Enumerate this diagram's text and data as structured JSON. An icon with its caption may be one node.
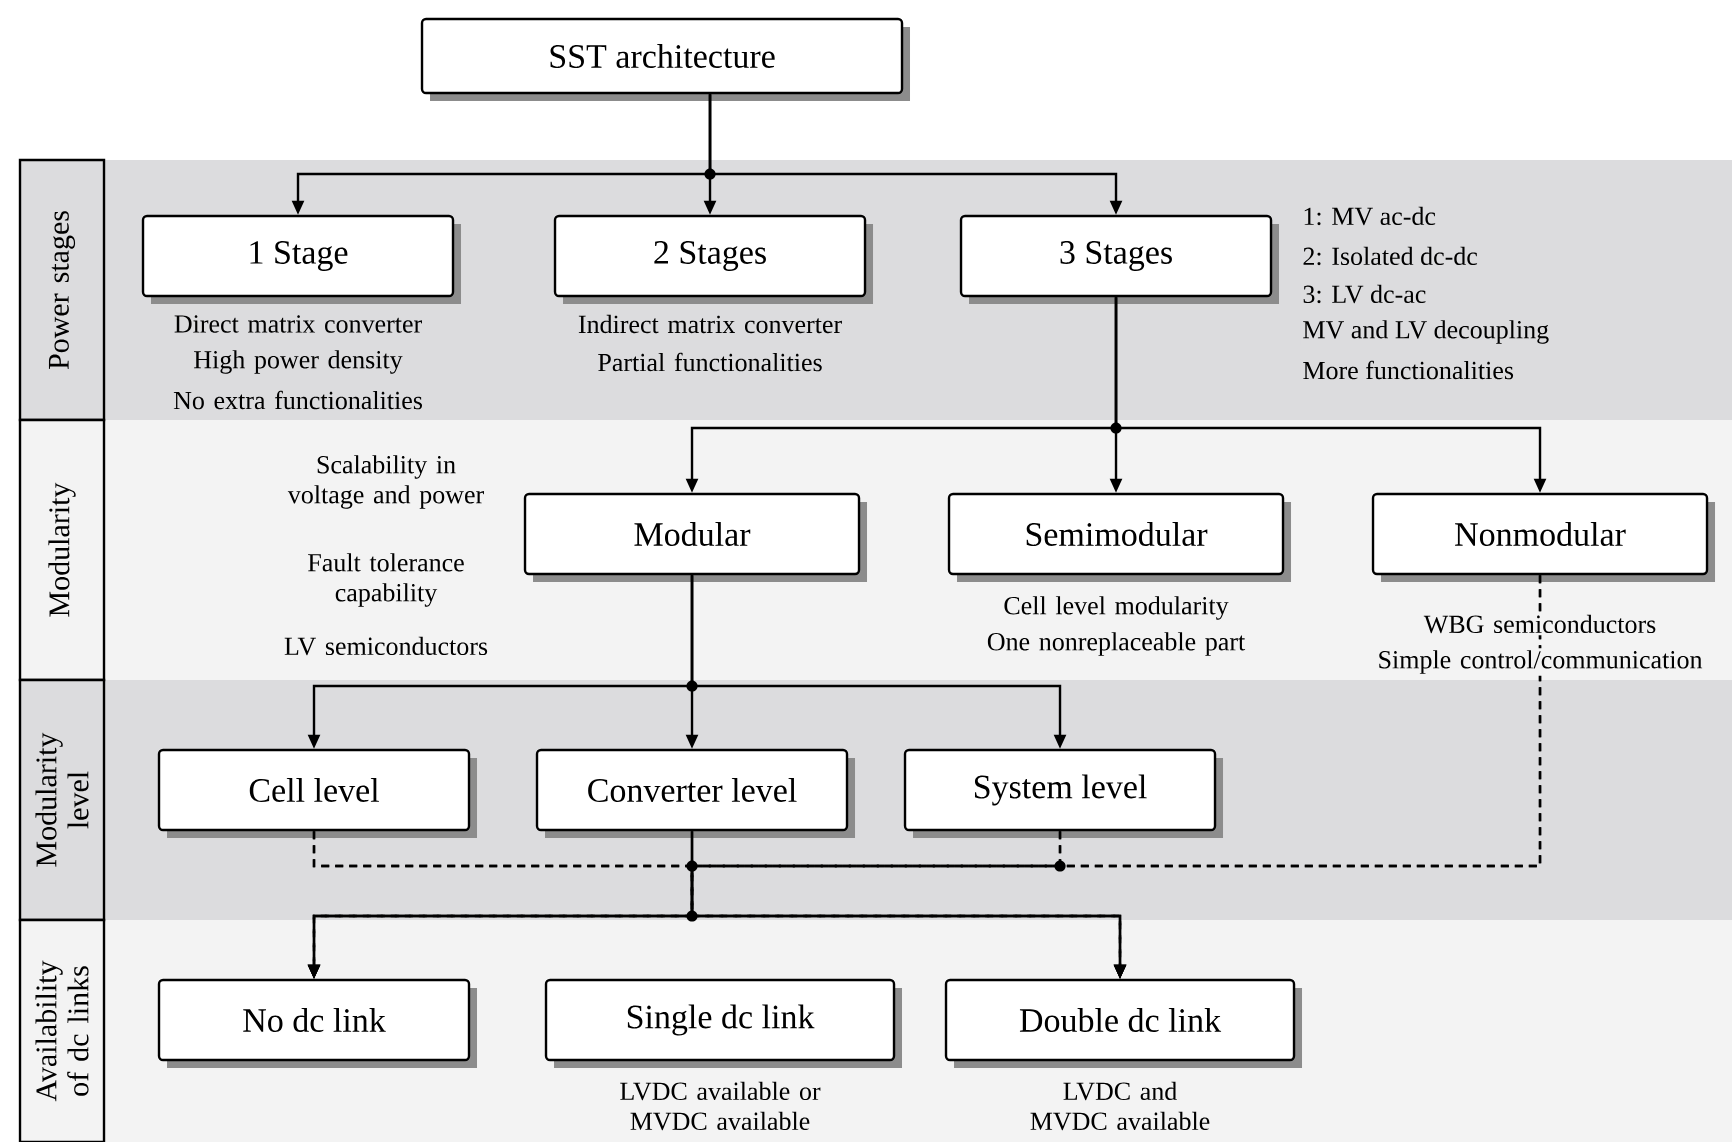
{
  "diagram": {
    "nodes": [
      {
        "text": [
          "SST architecture"
        ]
      },
      {
        "text": [
          "1 Stage"
        ],
        "beside": [
          "Direct matrix converter",
          "High power density",
          "No extra functionalities"
        ]
      },
      {
        "text": [
          "2 Stages"
        ],
        "beside": [
          "Indirect matrix converter",
          "Partial functionalities"
        ]
      },
      {
        "text": [
          "3 Stages"
        ],
        "beside": [
          "1: MV ac-dc",
          "2: Isolated dc-dc",
          "3: LV dc-ac",
          "MV and LV decoupling",
          "More functionalities"
        ]
      },
      {
        "text": [
          "Modular"
        ],
        "beside": [
          "Scalability in voltage and power",
          "Fault tolerance capability",
          "LV semiconductors"
        ]
      },
      {
        "text": [
          "Semimodular"
        ],
        "beside": [
          "Cell level modularity",
          "One nonreplaceable part"
        ]
      },
      {
        "text": [
          "Nonmodular"
        ],
        "beside": [
          "WBG semiconductors",
          "Simple control/communication"
        ]
      },
      {
        "text": [
          "Cell level"
        ]
      },
      {
        "text": [
          "Converter level"
        ]
      },
      {
        "text": [
          "System level"
        ]
      },
      {
        "text": [
          "No dc link"
        ]
      },
      {
        "text": [
          "Single dc link"
        ],
        "beside": [
          "LVDC available or MVDC available"
        ]
      },
      {
        "text": [
          "Double dc link"
        ],
        "beside": [
          "LVDC and MVDC available"
        ]
      }
    ],
    "edges": [
      {
        "from": 0,
        "to": 1,
        "arrow": "to"
      },
      {
        "from": 0,
        "to": 2,
        "arrow": "to"
      },
      {
        "from": 0,
        "to": 3,
        "arrow": "to"
      },
      {
        "from": 3,
        "to": 4,
        "arrow": "to"
      },
      {
        "from": 3,
        "to": 5,
        "arrow": "to"
      },
      {
        "from": 3,
        "to": 6,
        "arrow": "to"
      },
      {
        "from": 4,
        "to": 7,
        "arrow": "to"
      },
      {
        "from": 4,
        "to": 8,
        "arrow": "to"
      },
      {
        "from": 4,
        "to": 9,
        "arrow": "to"
      },
      {
        "from": 7,
        "to": 10,
        "arrow": "to",
        "style": "dashed"
      },
      {
        "from": 7,
        "to": 12,
        "arrow": "to",
        "style": "dashed"
      },
      {
        "from": 8,
        "to": 10,
        "arrow": "to"
      },
      {
        "from": 8,
        "to": 12,
        "arrow": "to"
      },
      {
        "from": 9,
        "to": 10,
        "arrow": "to",
        "style": "dashed"
      },
      {
        "from": 9,
        "to": 12,
        "arrow": "to",
        "style": "dashed"
      },
      {
        "from": 6,
        "to": 10,
        "arrow": "to",
        "style": "dashed"
      },
      {
        "from": 6,
        "to": 12,
        "arrow": "to",
        "style": "dashed"
      }
    ],
    "labels": [
      "Power stages",
      "Modularity",
      "Modularity level",
      "Availability of dc links"
    ]
  }
}
